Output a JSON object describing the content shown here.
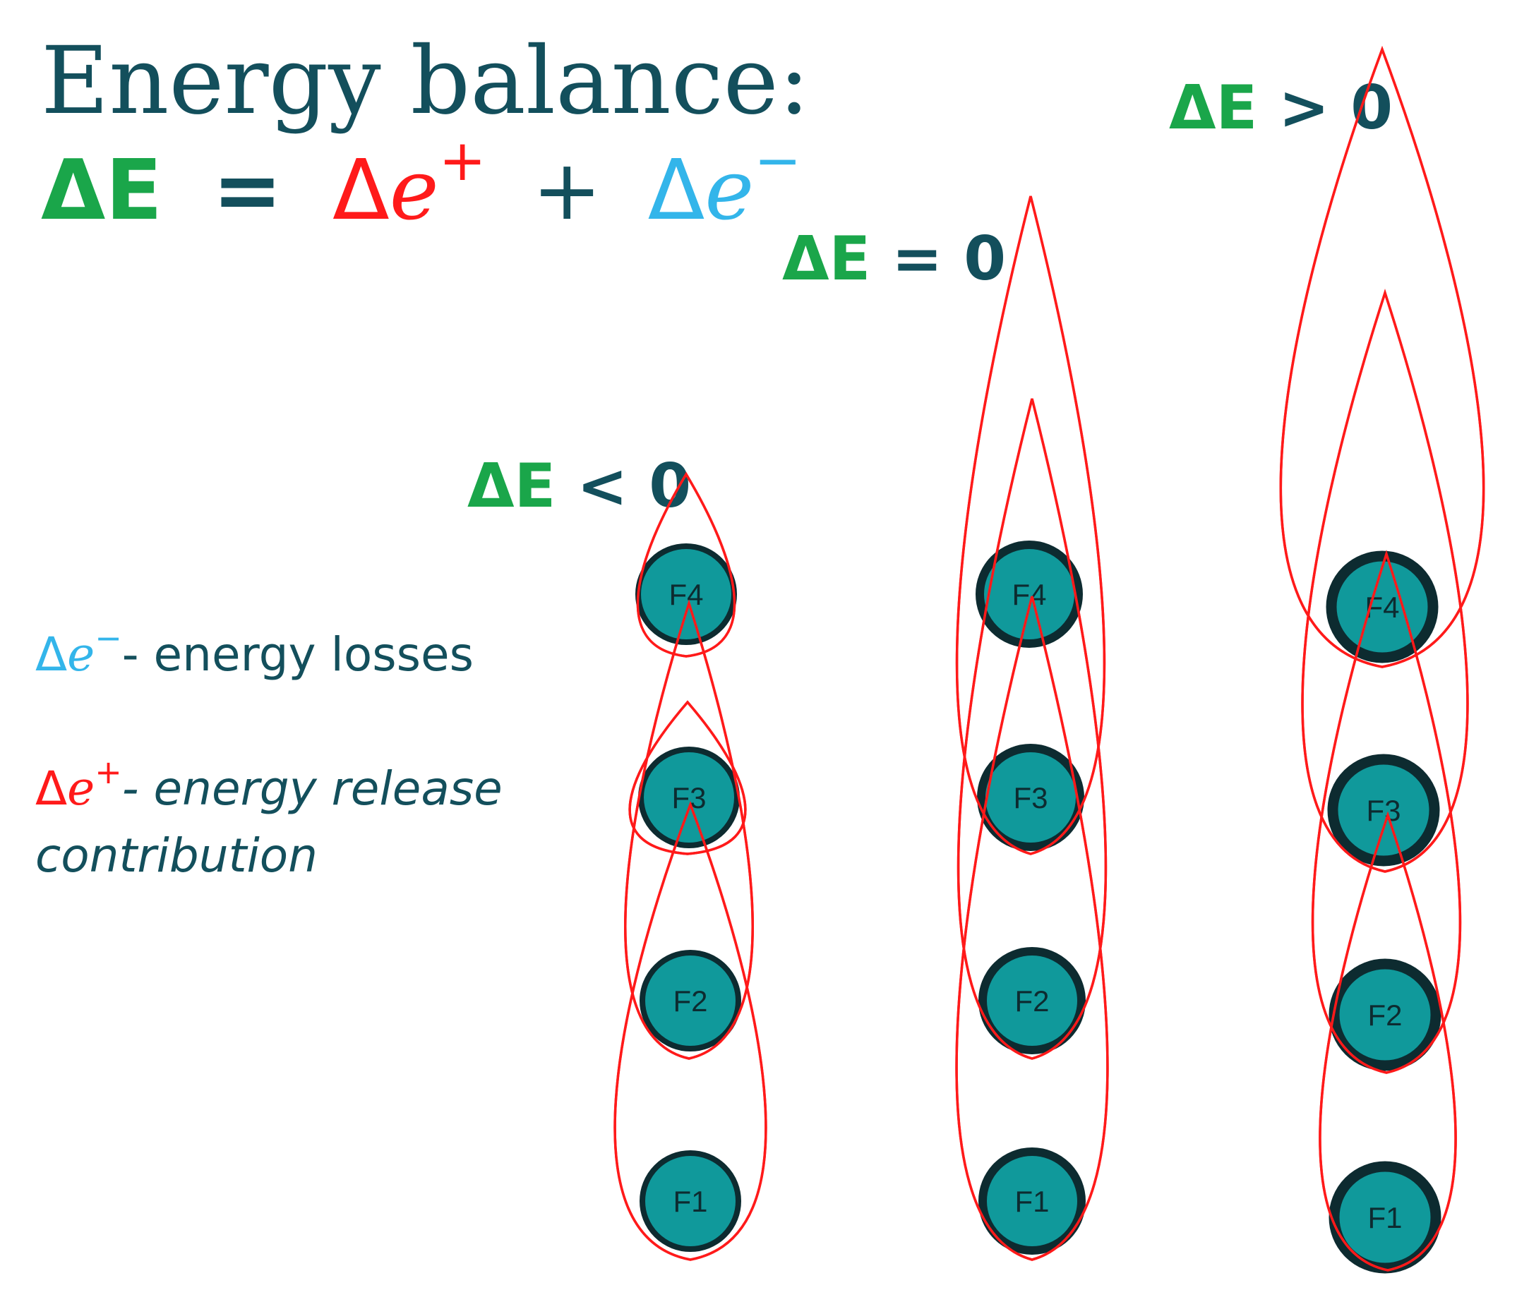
{
  "title": "Energy balance:",
  "equation": {
    "lhs": "ΔE",
    "equals": "=",
    "term1_delta": "Δ",
    "term1_var": "e",
    "term1_sup": "+",
    "plus": "+",
    "term2_delta": "Δ",
    "term2_var": "e",
    "term2_sup": "−"
  },
  "conditions": [
    {
      "lhs": "ΔE",
      "rest": " < 0"
    },
    {
      "lhs": "ΔE",
      "rest": " = 0"
    },
    {
      "lhs": "ΔE",
      "rest": " > 0"
    }
  ],
  "legend": {
    "losses_delta": "Δ",
    "losses_var": "e",
    "losses_sup": "−",
    "losses_text": "- energy losses",
    "release_delta": "Δ",
    "release_var": "e",
    "release_sup": "+",
    "release_text_1": "- energy release",
    "release_text_2": "contribution"
  },
  "fuel_labels": [
    "F1",
    "F2",
    "F3",
    "F4"
  ],
  "colors": {
    "title": "#134f5c",
    "delta_E": "#1aa64a",
    "delta_e_plus": "#ff1a1a",
    "delta_e_minus": "#33b5ea",
    "flame_stroke": "#ff1a1a",
    "fuel_fill": "#10999b",
    "fuel_outline": "#0d2b30"
  }
}
